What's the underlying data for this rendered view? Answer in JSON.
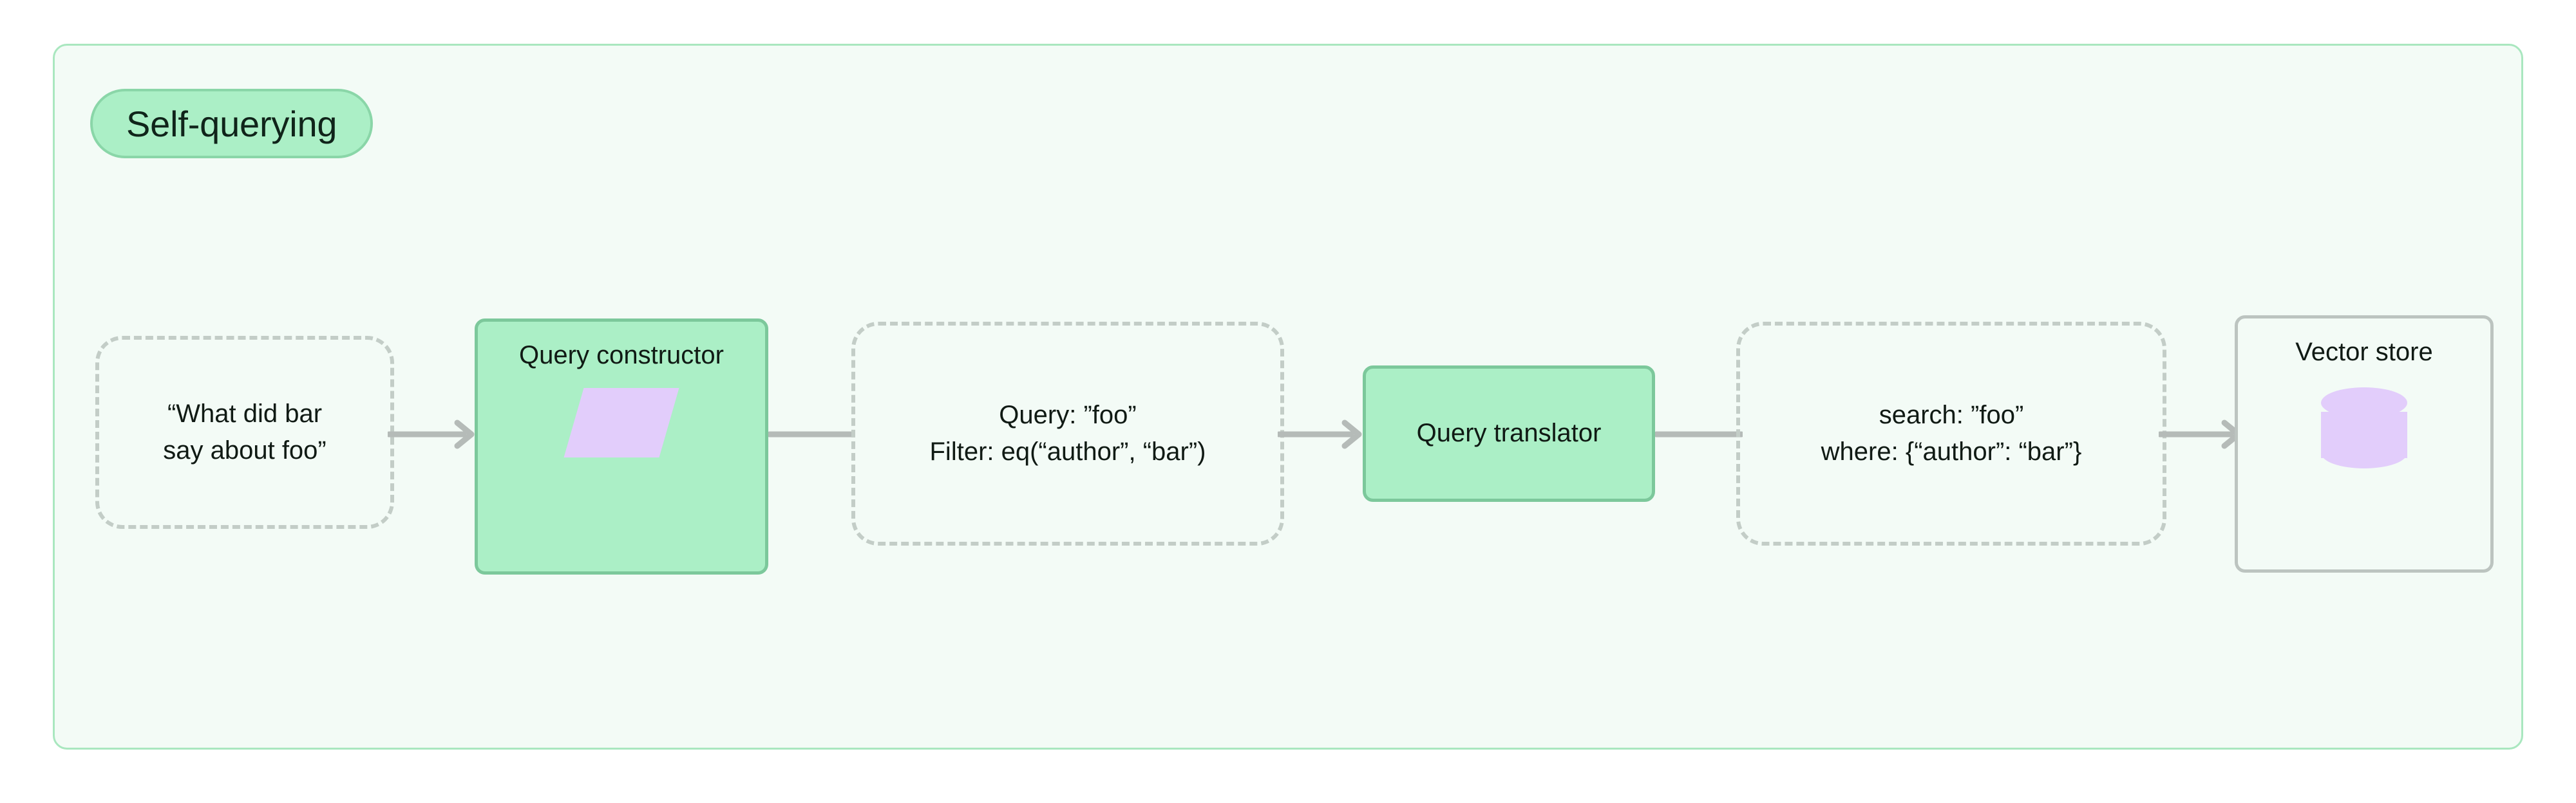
{
  "diagram": {
    "title": "Self-querying",
    "container_background": "#f3fbf6",
    "container_border": "#a9e7bf",
    "accent_green": "#abefc6",
    "accent_purple": "#e2cdfb",
    "connector_gray": "#b5bbb8",
    "dashed_gray": "#c3cdc7"
  },
  "nodes": [
    {
      "id": "user-question",
      "kind": "dashed",
      "lines": [
        "“What did bar",
        "say about foo”"
      ]
    },
    {
      "id": "query-constructor",
      "kind": "process",
      "label": "Query constructor",
      "glyph": "llm-parallelogram-icon"
    },
    {
      "id": "structured-query",
      "kind": "dashed",
      "lines": [
        "Query: ”foo”",
        "Filter: eq(“author”, “bar”)"
      ]
    },
    {
      "id": "query-translator",
      "kind": "process",
      "label": "Query translator",
      "glyph": null
    },
    {
      "id": "native-query",
      "kind": "dashed",
      "lines": [
        "search: ”foo”",
        "where: {“author”: “bar”}"
      ]
    },
    {
      "id": "vector-store",
      "kind": "store",
      "label": "Vector store",
      "glyph": "database-cylinder-icon"
    }
  ],
  "connectors": [
    {
      "id": "edge-question-to-constructor",
      "arrow": true
    },
    {
      "id": "edge-constructor-to-structured",
      "arrow": false
    },
    {
      "id": "edge-structured-to-translator",
      "arrow": true
    },
    {
      "id": "edge-translator-to-native",
      "arrow": false
    },
    {
      "id": "edge-native-to-store",
      "arrow": true
    }
  ]
}
